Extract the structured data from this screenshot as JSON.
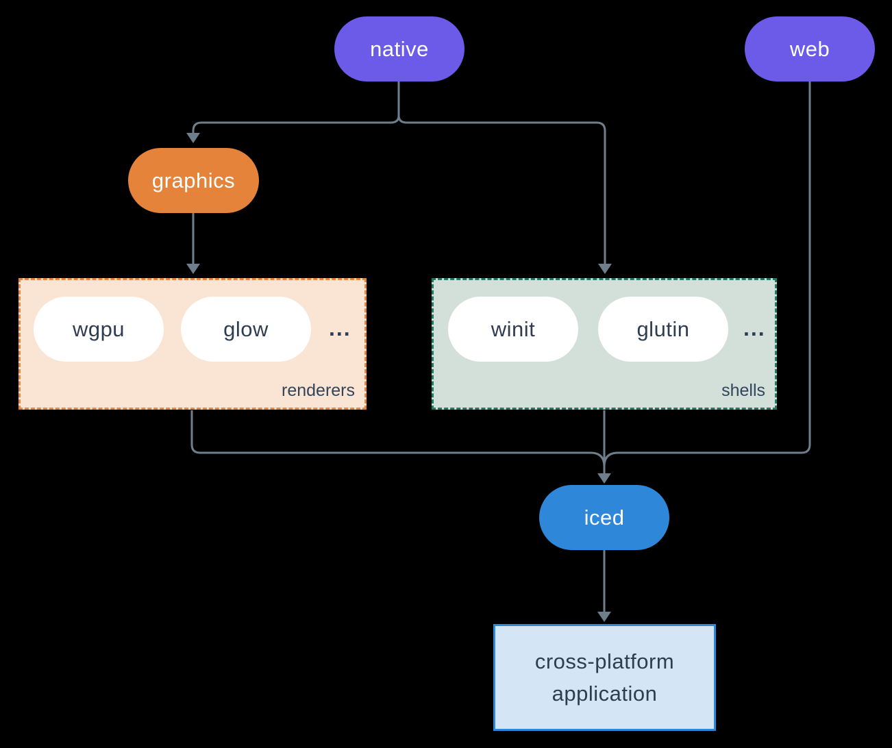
{
  "diagram": {
    "nodes": {
      "native": {
        "label": "native",
        "color": "#6C5BE8",
        "text_color": "#FFFFFF"
      },
      "web": {
        "label": "web",
        "color": "#6C5BE8",
        "text_color": "#FFFFFF"
      },
      "graphics": {
        "label": "graphics",
        "color": "#E6833A",
        "text_color": "#FFFFFF"
      },
      "iced": {
        "label": "iced",
        "color": "#2E87D8",
        "text_color": "#FFFFFF"
      }
    },
    "groups": {
      "renderers": {
        "label": "renderers",
        "ellipsis": "...",
        "items": {
          "wgpu": "wgpu",
          "glow": "glow"
        },
        "bg": "#FAE4D4",
        "border": "#E8873C"
      },
      "shells": {
        "label": "shells",
        "ellipsis": "...",
        "items": {
          "winit": "winit",
          "glutin": "glutin"
        },
        "bg": "#D2E0D9",
        "border": "#207A64"
      }
    },
    "app": {
      "line1": "cross-platform",
      "line2": "application",
      "bg": "#D4E5F6",
      "border": "#2F87D7",
      "text_color": "#2E3E50"
    },
    "colors": {
      "background": "#000000",
      "connector": "#6F7E8C",
      "item_pill_bg": "#FFFFFF",
      "item_pill_text": "#2E3E50"
    },
    "edges": [
      "native -> graphics",
      "native -> shells",
      "graphics -> renderers",
      "renderers -> iced",
      "shells -> iced",
      "web -> iced",
      "iced -> cross-platform application"
    ]
  }
}
